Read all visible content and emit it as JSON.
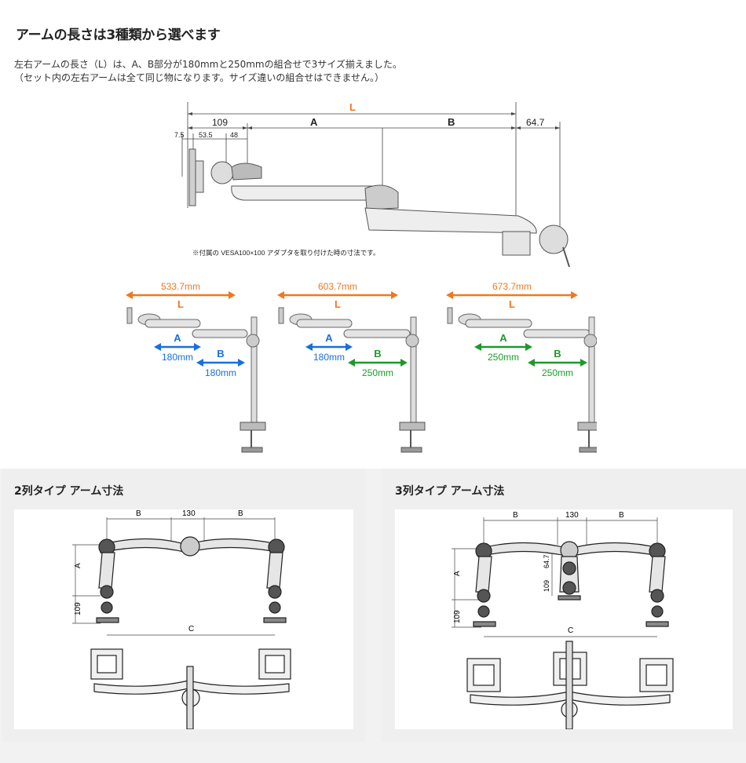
{
  "heading": "アームの長さは3種類から選べます",
  "description": {
    "line1": "左右アームの長さ（L）は、A、B部分が180mmと250mmの組合せで3サイズ揃えました。",
    "line2": "（セット内の左右アームは全て同じ物になります。サイズ違いの組合せはできません。）"
  },
  "main_diagram": {
    "L_label": "L",
    "A_label": "A",
    "B_label": "B",
    "dim_109": "109",
    "dim_64_7": "64.7",
    "dim_7_5": "7.5",
    "dim_53_5": "53.5",
    "dim_48": "48",
    "note": "※付属の VESA100×100 アダプタを取り付けた時の寸法です。"
  },
  "combos": [
    {
      "total": "533.7mm",
      "L": "L",
      "A_label": "A",
      "A_value": "180mm",
      "B_label": "B",
      "B_value": "180mm",
      "A_color": "#1a6ee0",
      "B_color": "#1a6ee0"
    },
    {
      "total": "603.7mm",
      "L": "L",
      "A_label": "A",
      "A_value": "180mm",
      "B_label": "B",
      "B_value": "250mm",
      "A_color": "#1a6ee0",
      "B_color": "#1c9a2a"
    },
    {
      "total": "673.7mm",
      "L": "L",
      "A_label": "A",
      "A_value": "250mm",
      "B_label": "B",
      "B_value": "250mm",
      "A_color": "#1c9a2a",
      "B_color": "#1c9a2a"
    }
  ],
  "colors": {
    "orange": "#f07820",
    "blue": "#1a6ee0",
    "green": "#1c9a2a"
  },
  "panel_2": {
    "title": "2列タイプ アーム寸法",
    "dim_B_left": "B",
    "dim_130": "130",
    "dim_B_right": "B",
    "dim_A": "A",
    "dim_109": "109",
    "dim_C": "C"
  },
  "panel_3": {
    "title": "3列タイプ アーム寸法",
    "dim_B_left": "B",
    "dim_130": "130",
    "dim_B_right": "B",
    "dim_A": "A",
    "dim_109_left": "109",
    "dim_109_mid": "109",
    "dim_64_7": "64.7",
    "dim_C": "C"
  }
}
